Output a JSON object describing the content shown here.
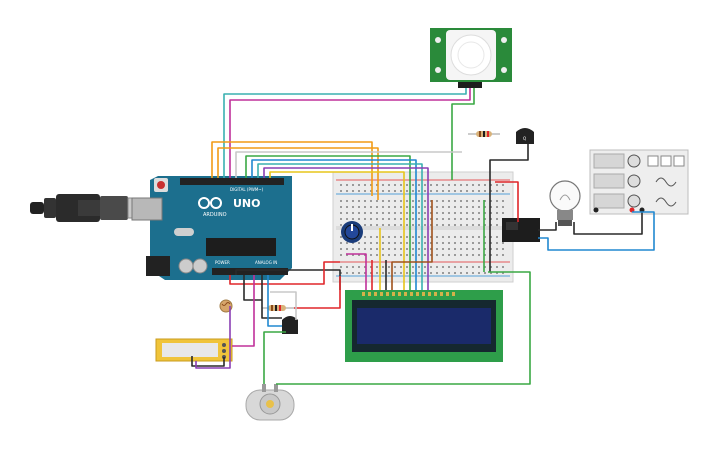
{
  "colors": {
    "arduino_board": "#1c6f8e",
    "pir_board": "#2a8a3a",
    "lcd_frame": "#2e9e4a",
    "lcd_screen": "#1a2a6a",
    "wire_red": "#e0262a",
    "wire_green": "#3aa844",
    "wire_blue": "#2188d0",
    "wire_black": "#2a2a2a",
    "wire_orange": "#f29b16",
    "wire_yellow": "#e7c51b",
    "wire_purple": "#8a3fb4",
    "wire_magenta": "#c0309a",
    "wire_teal": "#3ab0b0",
    "wire_gray": "#c8c8c8",
    "wire_brown": "#a0521c"
  },
  "components": {
    "arduino": {
      "brand_text": "ARDUINO",
      "model_text": "UNO",
      "digital_label": "DIGITAL (PWM~)",
      "power_label": "POWER",
      "analog_label": "ANALOG IN"
    },
    "pir_sensor": {
      "name": "pir-motion-sensor"
    },
    "lcd": {
      "name": "lcd-16x2"
    },
    "relay": {
      "name": "relay-module"
    },
    "bulb": {
      "name": "light-bulb"
    },
    "function_generator": {
      "name": "function-generator"
    },
    "dc_motor": {
      "name": "dc-motor"
    },
    "potentiometer": {
      "name": "potentiometer"
    },
    "ldr": {
      "name": "photoresistor"
    },
    "temperature_sensor": {
      "name": "temperature-sensor"
    },
    "transistor": {
      "name": "transistor"
    },
    "gas_sensor": {
      "name": "gas-sensor-module"
    }
  }
}
